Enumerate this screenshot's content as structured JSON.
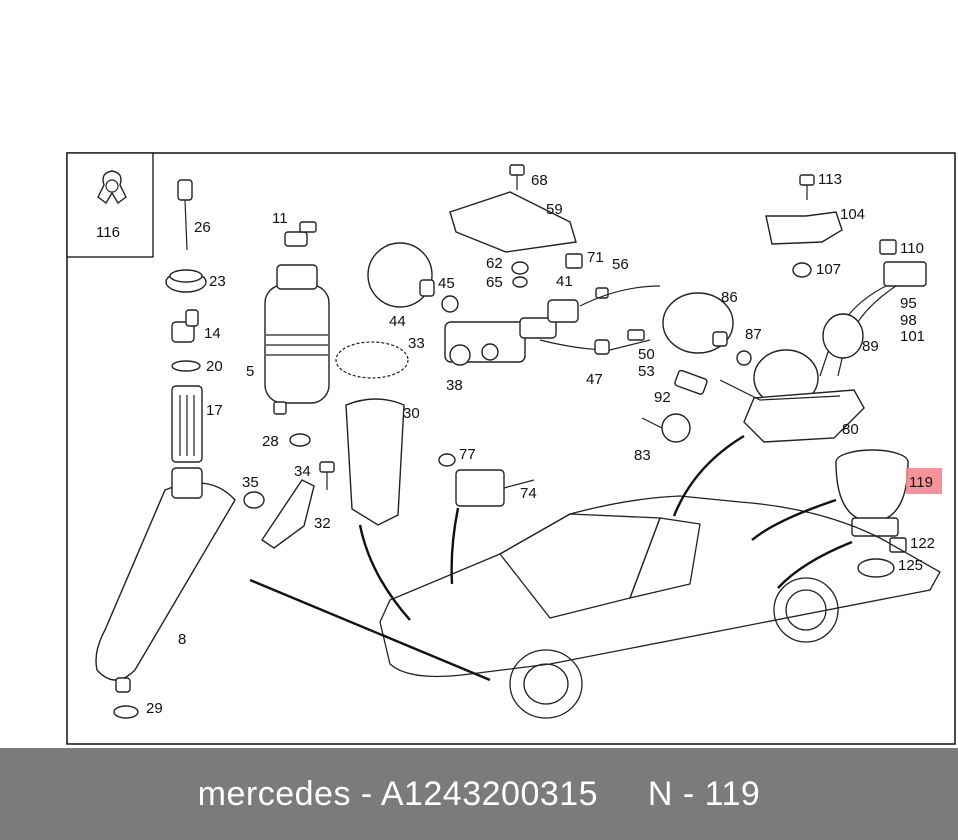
{
  "diagram": {
    "inset_label": "116",
    "highlight_color": "#f4878d",
    "labels": {
      "l26": "26",
      "l23": "23",
      "l14": "14",
      "l20": "20",
      "l17": "17",
      "l11": "11",
      "l5": "5",
      "l28": "28",
      "l34": "34",
      "l35": "35",
      "l32": "32",
      "l8": "8",
      "l29": "29",
      "l44": "44",
      "l45": "45",
      "l33": "33",
      "l30": "30",
      "l38": "38",
      "l68": "68",
      "l59": "59",
      "l62": "62",
      "l65": "65",
      "l71": "71",
      "l56": "56",
      "l41": "41",
      "l47": "47",
      "l50": "50",
      "l53": "53",
      "l77": "77",
      "l74": "74",
      "l86": "86",
      "l87": "87",
      "l92": "92",
      "l83": "83",
      "l80": "80",
      "l113": "113",
      "l104": "104",
      "l110": "110",
      "l107": "107",
      "l95": "95",
      "l98": "98",
      "l101": "101",
      "l89": "89",
      "l119": "119",
      "l122": "122",
      "l125": "125"
    }
  },
  "footer": {
    "brand": "mercedes",
    "separator": "-",
    "part_number": "A1243200315",
    "position_prefix": "N -",
    "position_number": "119"
  }
}
